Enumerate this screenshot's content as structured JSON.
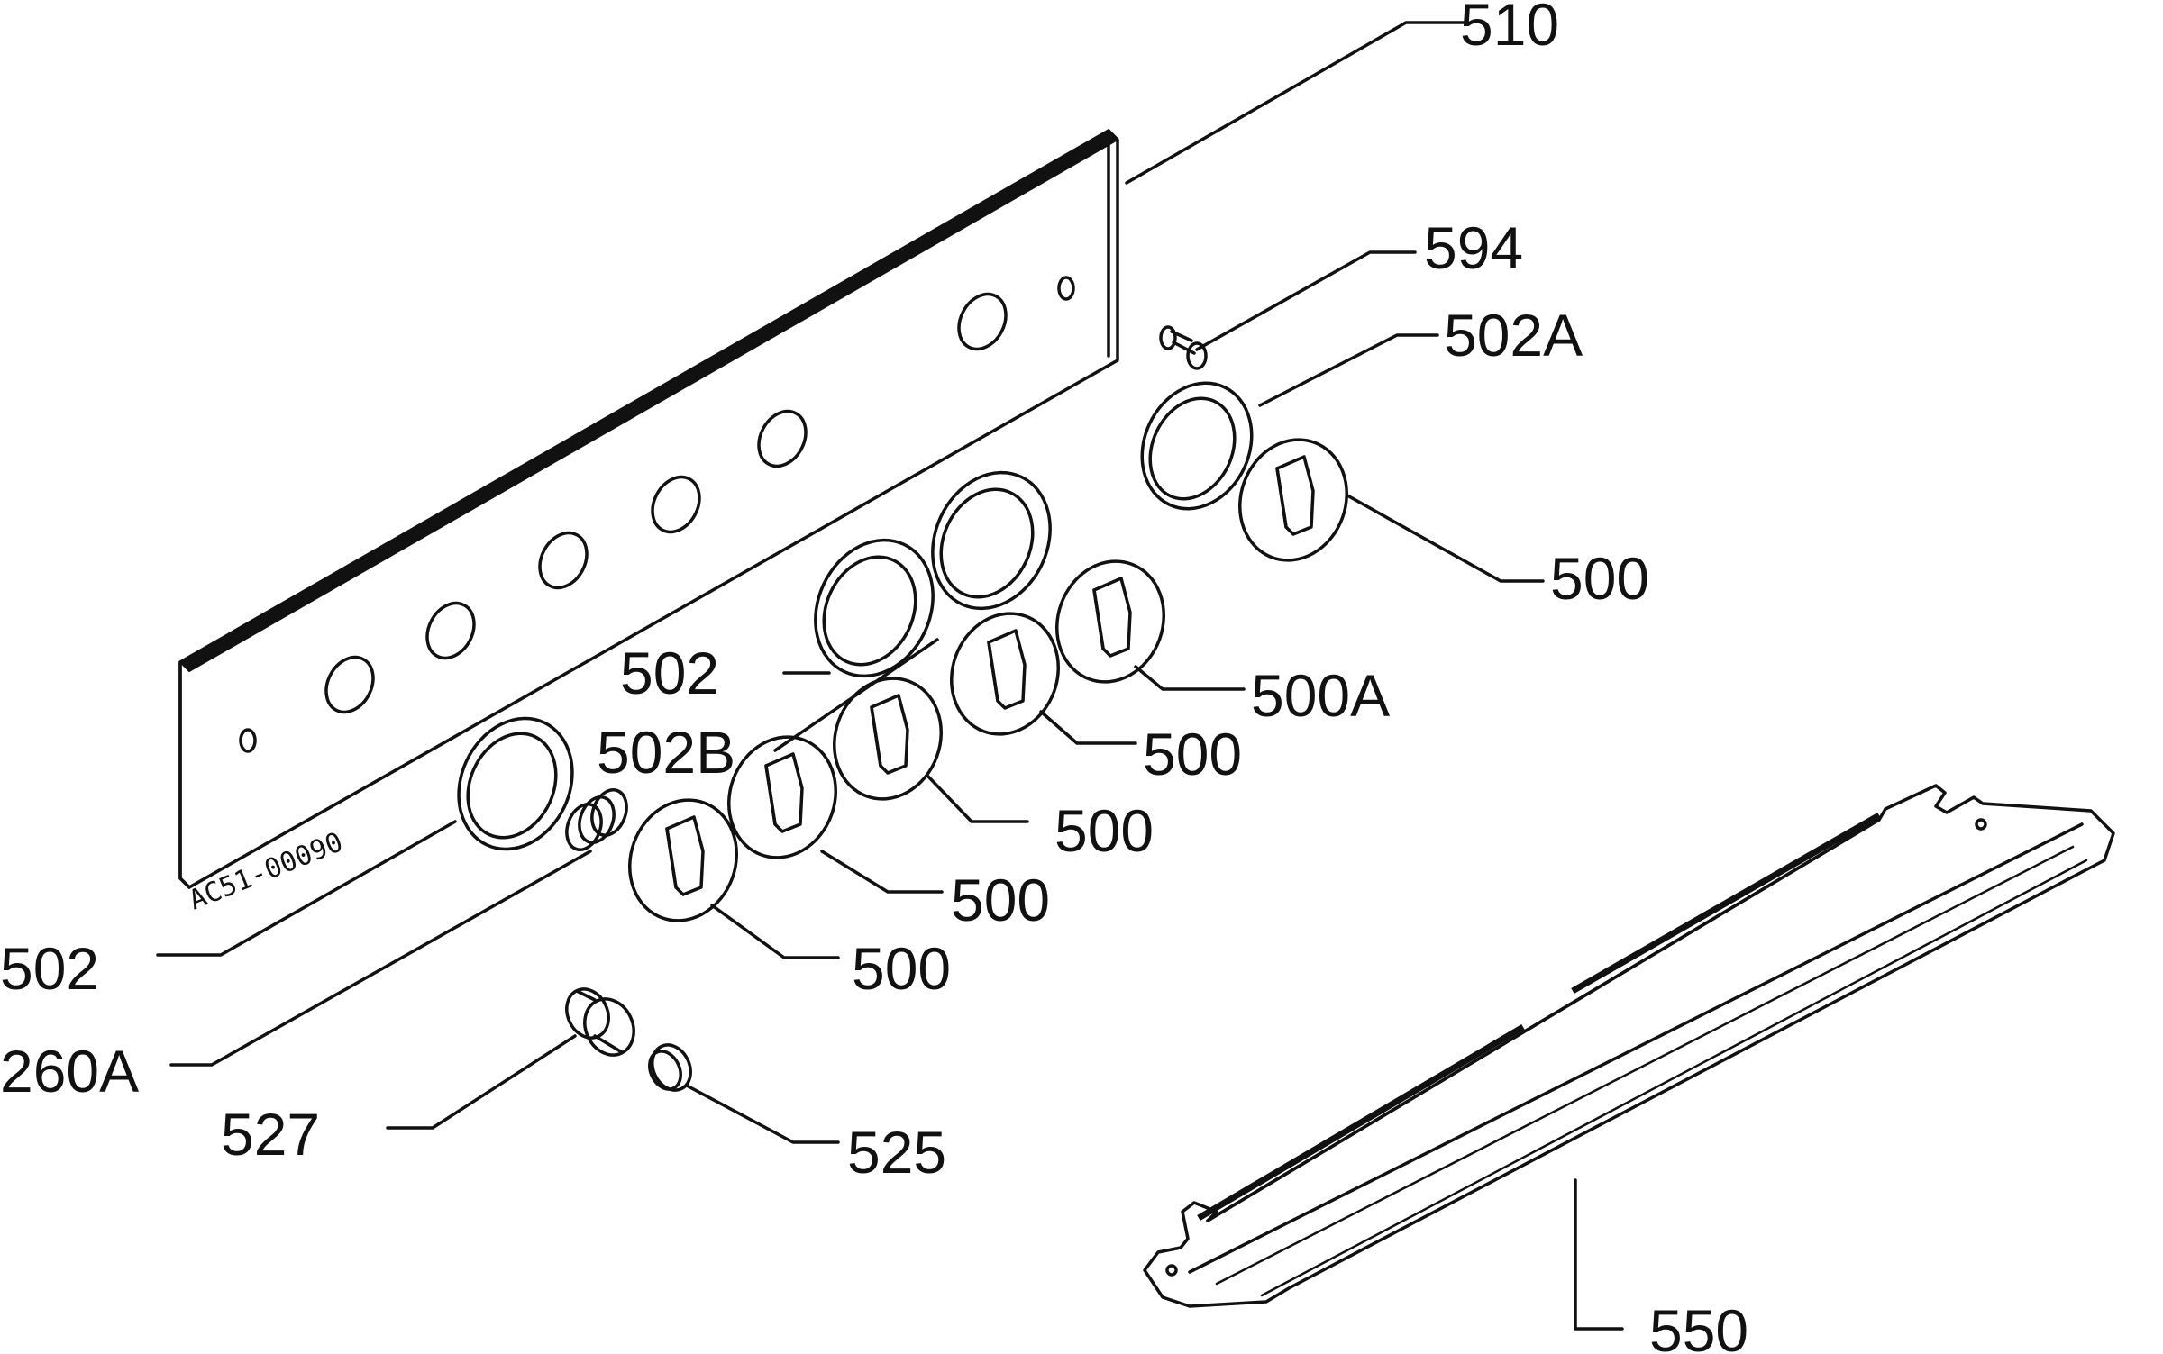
{
  "drawing_code": "AC51-00090",
  "callouts": {
    "c510": "510",
    "c594": "594",
    "c502a": "502A",
    "c500_right": "500",
    "c500a": "500A",
    "c502_mid": "502",
    "c502b": "502B",
    "c500_1": "500",
    "c500_2": "500",
    "c500_3": "500",
    "c500_4": "500",
    "c502_left": "502",
    "c260a": "260A",
    "c527": "527",
    "c525": "525",
    "c550": "550"
  }
}
